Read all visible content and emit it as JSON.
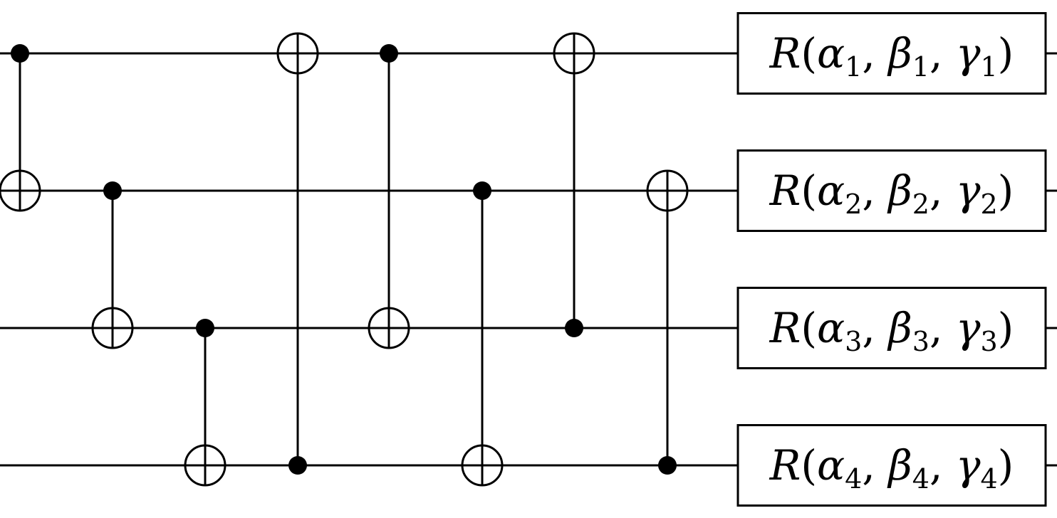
{
  "circuit": {
    "num_qubits": 4,
    "cnot_gates": [
      {
        "control": 1,
        "target": 2
      },
      {
        "control": 2,
        "target": 3
      },
      {
        "control": 3,
        "target": 4
      },
      {
        "control": 4,
        "target": 1
      },
      {
        "control": 1,
        "target": 3
      },
      {
        "control": 2,
        "target": 4
      },
      {
        "control": 3,
        "target": 1
      },
      {
        "control": 4,
        "target": 2
      }
    ],
    "rotation_gates": [
      {
        "name": "R",
        "params": [
          {
            "sym": "α",
            "idx": "1"
          },
          {
            "sym": "β",
            "idx": "1"
          },
          {
            "sym": "γ",
            "idx": "1"
          }
        ]
      },
      {
        "name": "R",
        "params": [
          {
            "sym": "α",
            "idx": "2"
          },
          {
            "sym": "β",
            "idx": "2"
          },
          {
            "sym": "γ",
            "idx": "2"
          }
        ]
      },
      {
        "name": "R",
        "params": [
          {
            "sym": "α",
            "idx": "3"
          },
          {
            "sym": "β",
            "idx": "3"
          },
          {
            "sym": "γ",
            "idx": "3"
          }
        ]
      },
      {
        "name": "R",
        "params": [
          {
            "sym": "α",
            "idx": "4"
          },
          {
            "sym": "β",
            "idx": "4"
          },
          {
            "sym": "γ",
            "idx": "4"
          }
        ]
      }
    ]
  }
}
